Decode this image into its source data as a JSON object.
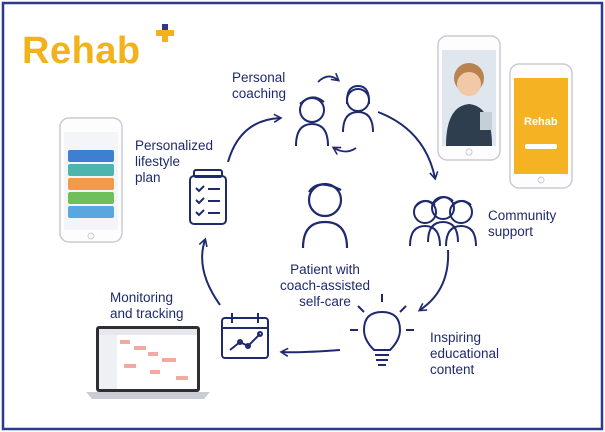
{
  "brand": {
    "name": "Rehab",
    "color": "#f2b21a",
    "mark_color": "#2b3a8c"
  },
  "center": {
    "text": "Patient with\ncoach-assisted\nself-care"
  },
  "nodes": {
    "coaching": "Personal\ncoaching",
    "community": "Community\nsupport",
    "education": "Inspiring\neducational\ncontent",
    "monitoring": "Monitoring\nand tracking",
    "lifestyle": "Personalized\nlifestyle\nplan"
  },
  "phone_app": {
    "brand": "Rehab"
  },
  "colors": {
    "ink": "#1f2a6e",
    "accent": "#f2b21a",
    "border": "#2b3a8c"
  }
}
